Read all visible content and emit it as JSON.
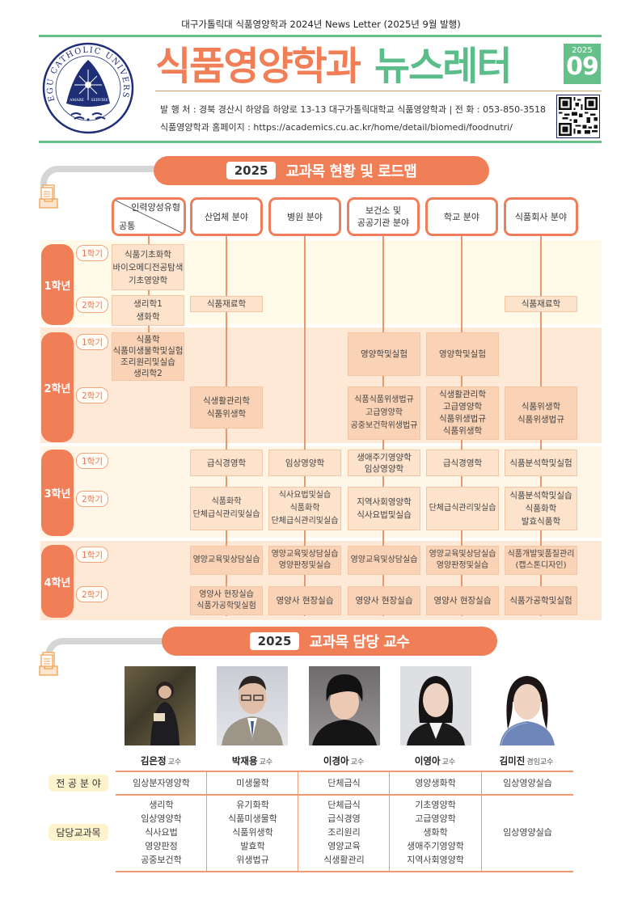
{
  "header": {
    "subtitle": "대구가톨릭대 식품영양학과 2024년 News Letter (2025년 9월 발행)",
    "logo": {
      "icon": "university-seal-icon",
      "ring_text": "DAEGU CATHOLIC UNIVERSITY",
      "motto_left": "AMARE",
      "motto_right": "SERVIRE"
    },
    "title_part1": "식품영양학과",
    "title_part2": "뉴스레터",
    "issue_year": "2025",
    "issue_month": "09",
    "publisher_line": "발 행 처 : 경북 경산시 하양읍 하양로 13-13 대구가톨릭대학교 식품영양학과  |  전 화 : 053-850-3518",
    "homepage_line": "식품영양학과 홈페이지 : https://academics.cu.ac.kr/home/detail/biomedi/foodnutri/",
    "qr_icon": "qr-code-icon",
    "colors": {
      "orange": "#f07e56",
      "green": "#5bbd8a",
      "navy": "#1e2f78"
    }
  },
  "roadmap": {
    "banner_year": "2025",
    "banner_title": "교과목 현황 및 로드맵",
    "corner_top_right": "인력양성유형",
    "corner_bottom_left": "공통",
    "columns": [
      "산업체 분야",
      "병원 분야",
      "보건소 및\n공공기관 분야",
      "학교 분야",
      "식품회사 분야"
    ],
    "years": [
      {
        "label": "1학년",
        "semesters": [
          {
            "label": "1학기",
            "common": "식품기초화학\n바이오메디전공탐색\n기초영양학",
            "fields": [
              "",
              "",
              "",
              "",
              ""
            ]
          },
          {
            "label": "2학기",
            "common": "생리학1\n생화학",
            "fields": [
              "식품재료학",
              "",
              "",
              "",
              "식품재료학"
            ]
          }
        ]
      },
      {
        "label": "2학년",
        "semesters": [
          {
            "label": "1학기",
            "common": "식품학\n식품미생물학및실험\n조리원리및실습\n생리학2",
            "fields": [
              "",
              "",
              "영양학및실험",
              "영양학및실험",
              ""
            ]
          },
          {
            "label": "2학기",
            "common": "",
            "fields": [
              "식생활관리학\n식품위생학",
              "",
              "식품식품위생법규\n고급영양학\n공중보건학위생법규",
              "식생활관리학\n고급영양학\n식품위생법규\n식품위생학",
              "식품위생학\n식품위생법규"
            ]
          }
        ]
      },
      {
        "label": "3학년",
        "semesters": [
          {
            "label": "1학기",
            "common": "",
            "fields": [
              "급식경영학",
              "임상영양학",
              "생애주기영양학\n임상영양학",
              "급식경영학",
              "식품분석학및실험"
            ]
          },
          {
            "label": "2학기",
            "common": "",
            "fields": [
              "식품화학\n단체급식관리및실습",
              "식사요법및실습\n식품화학\n단체급식관리및실습",
              "지역사회영양학\n식사요법및실습",
              "단체급식관리및실습",
              "식품분석학및실습\n식품화학\n발효식품학"
            ]
          }
        ]
      },
      {
        "label": "4학년",
        "semesters": [
          {
            "label": "1학기",
            "common": "",
            "fields": [
              "영양교육및상담실습",
              "영양교육및상담실습\n영양판정및실습",
              "영양교육및상담실습",
              "영양교육및상담실습\n영양판정및실습",
              "식품개발및품질관리\n(캡스톤디자인)"
            ]
          },
          {
            "label": "2학기",
            "common": "",
            "fields": [
              "영양사 현장실습\n식품가공학및실험",
              "영양사 현장실습",
              "영양사 현장실습",
              "영양사 현장실습",
              "식품가공학및실험"
            ]
          }
        ]
      }
    ]
  },
  "faculty": {
    "banner_year": "2025",
    "banner_title": "교과목 담당 교수",
    "row_label_major": "전 공 분 야",
    "row_label_courses": "담당교과목",
    "professors": [
      {
        "name": "김은정",
        "rank": "교수",
        "major": "임상분자영양학",
        "courses": "생리학\n임상영양학\n식사요법\n영양판정\n공중보건학"
      },
      {
        "name": "박재용",
        "rank": "교수",
        "major": "미생물학",
        "courses": "유기화학\n식품미생물학\n식품위생학\n발효학\n위생법규"
      },
      {
        "name": "이경아",
        "rank": "교수",
        "major": "단체급식",
        "courses": "단체급식\n급식경영\n조리원리\n영양교육\n식생활관리"
      },
      {
        "name": "이영아",
        "rank": "교수",
        "major": "영양생화학",
        "courses": "기초영양학\n고급영양학\n생화학\n생애주기영양학\n지역사회영양학"
      },
      {
        "name": "김미진",
        "rank": "겸임교수",
        "major": "임상영양실습",
        "courses": "임상영양실습"
      }
    ]
  }
}
